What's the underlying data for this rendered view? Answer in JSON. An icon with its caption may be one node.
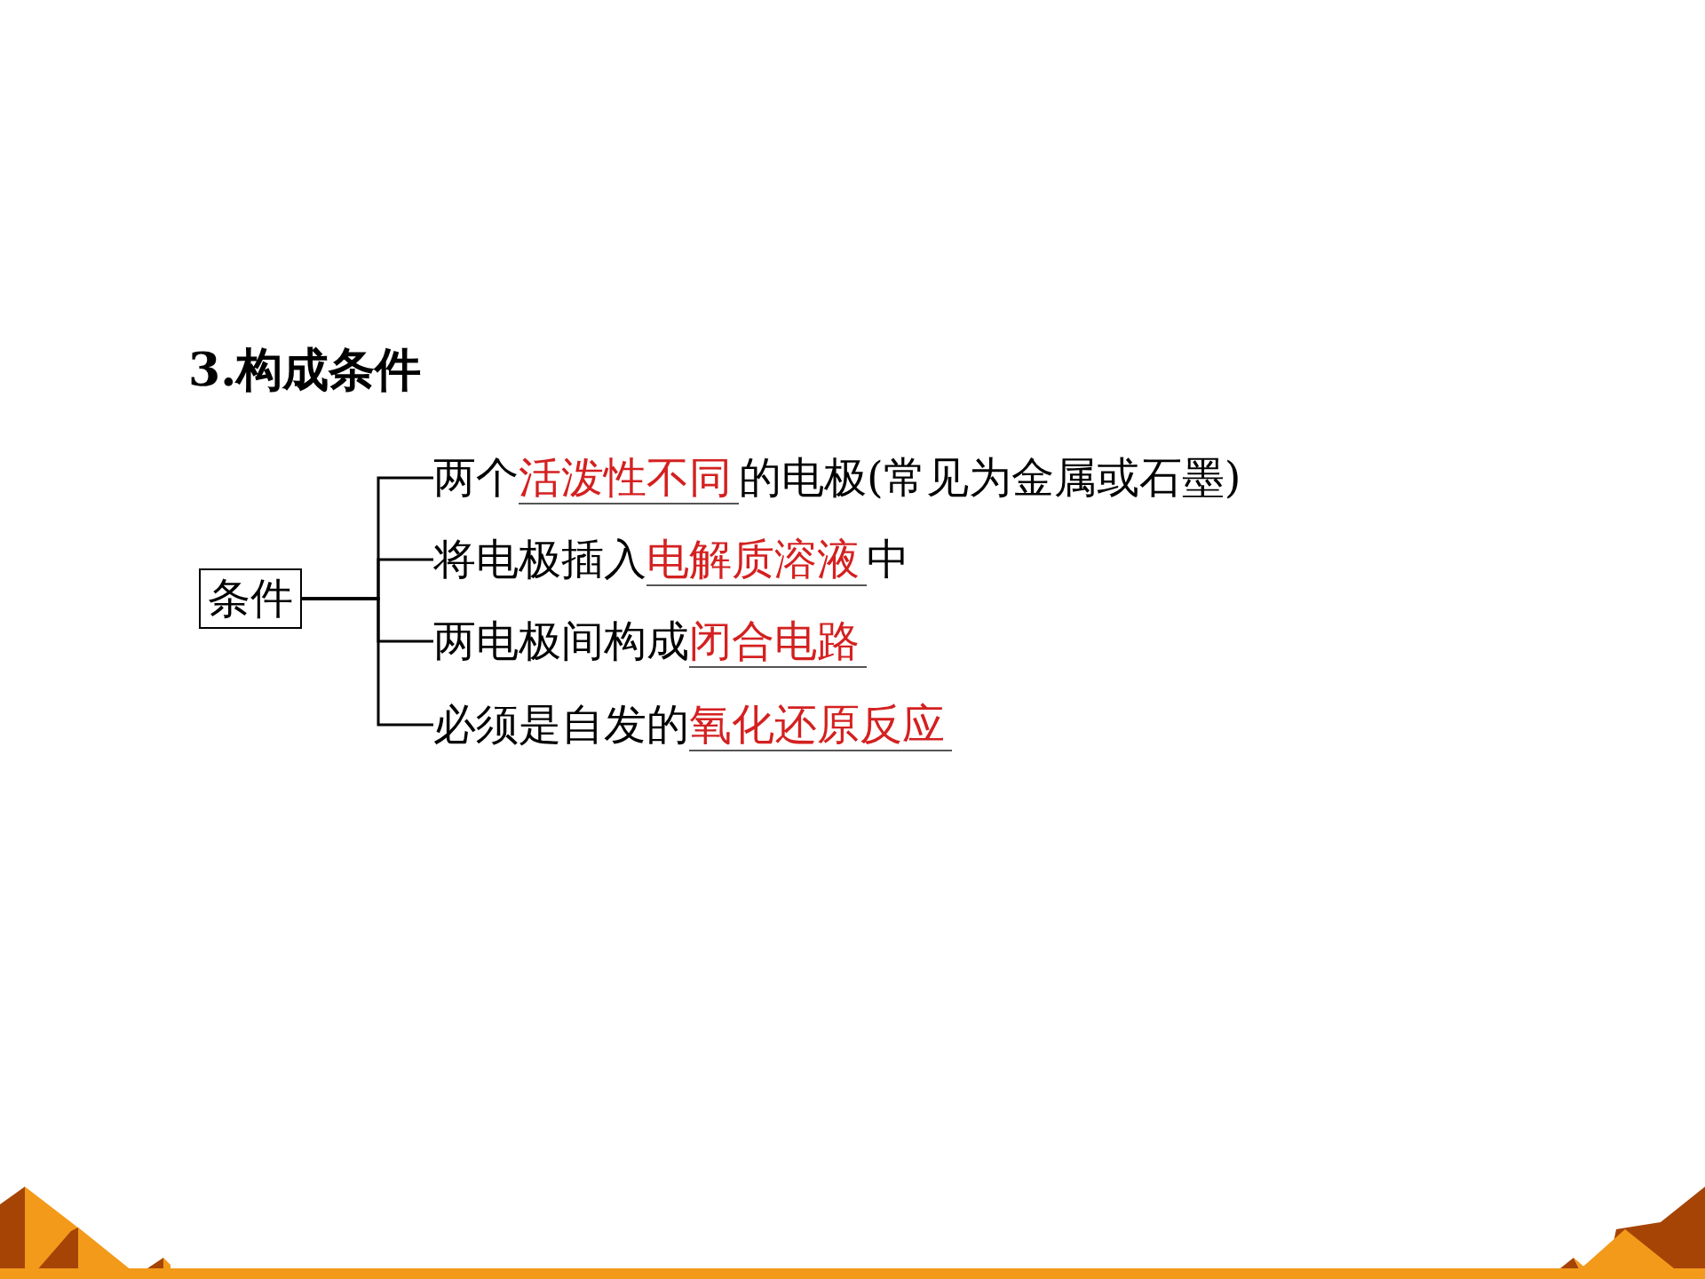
{
  "diagram": {
    "title": "3.构成条件",
    "nodes": [
      {
        "text": [
          "条件"
        ]
      },
      {
        "text": [
          "两个",
          "活泼性不同",
          "的电极(常见为金属或石墨)"
        ]
      },
      {
        "text": [
          "将电极插入",
          "电解质溶液",
          "中"
        ]
      },
      {
        "text": [
          "两电极间构成",
          "闭合电路"
        ]
      },
      {
        "text": [
          "必须是自发的",
          "氧化还原反应"
        ]
      }
    ],
    "edges": [
      {
        "from": 0,
        "to": 1,
        "arrow": "none"
      },
      {
        "from": 0,
        "to": 2,
        "arrow": "none"
      },
      {
        "from": 0,
        "to": 3,
        "arrow": "none"
      },
      {
        "from": 0,
        "to": 4,
        "arrow": "none"
      }
    ]
  }
}
